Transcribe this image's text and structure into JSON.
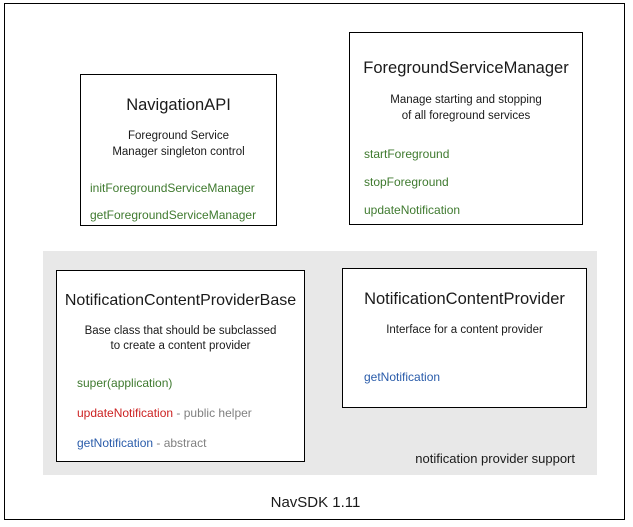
{
  "diagram": {
    "caption": "NavSDK 1.11",
    "group_label": "notification provider support",
    "colors": {
      "method_green": "#3f7a2f",
      "method_red": "#cc2222",
      "method_blue": "#2a5caa",
      "note_gray": "#808080",
      "panel_gray": "#e8e8e8",
      "border": "#000000"
    },
    "boxes": {
      "navigation_api": {
        "title": "NavigationAPI",
        "desc_line1": "Foreground Service",
        "desc_line2": "Manager singleton control",
        "methods": [
          {
            "name": "initForegroundServiceManager",
            "note": "",
            "color": "green"
          },
          {
            "name": "getForegroundServiceManager",
            "note": "",
            "color": "green"
          }
        ]
      },
      "foreground_service_manager": {
        "title": "ForegroundServiceManager",
        "desc_line1": "Manage starting and stopping",
        "desc_line2": "of all foreground services",
        "methods": [
          {
            "name": "startForeground",
            "note": "",
            "color": "green"
          },
          {
            "name": "stopForeground",
            "note": "",
            "color": "green"
          },
          {
            "name": "updateNotification",
            "note": "",
            "color": "green"
          }
        ]
      },
      "notification_content_provider_base": {
        "title": "NotificationContentProviderBase",
        "desc_line1": "Base class that should be subclassed",
        "desc_line2": "to create a content provider",
        "methods": [
          {
            "name": "super(application)",
            "note": "",
            "color": "green"
          },
          {
            "name": "updateNotification",
            "note": " - public helper",
            "color": "red"
          },
          {
            "name": "getNotification",
            "note": " - abstract",
            "color": "blue"
          }
        ]
      },
      "notification_content_provider": {
        "title": "NotificationContentProvider",
        "desc_line1": "Interface for a content provider",
        "desc_line2": "",
        "methods": [
          {
            "name": "getNotification",
            "note": "",
            "color": "blue"
          }
        ]
      }
    }
  }
}
